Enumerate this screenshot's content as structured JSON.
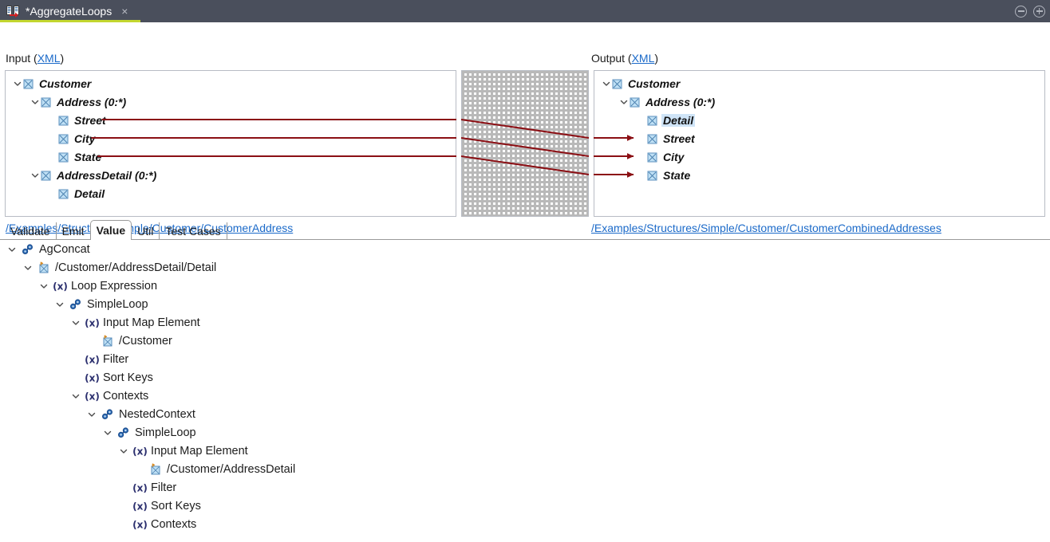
{
  "titlebar": {
    "tab_title": "*AggregateLoops",
    "tab_icon": "mapping-document-icon",
    "close_glyph": "×",
    "minimize_label": "minimize-button",
    "maximize_label": "maximize-button",
    "accent_color": "#c3d62f",
    "background_color": "#4a4f5c"
  },
  "mapping": {
    "input": {
      "label_prefix": "Input (",
      "label_link": "XML",
      "label_suffix": ")",
      "path": "/Examples/Structures/Simple/Customer/CustomerAddress",
      "nodes": [
        {
          "label": "Customer",
          "depth": 0,
          "expandable": true,
          "expanded": true,
          "selected": false
        },
        {
          "label": "Address (0:*)",
          "depth": 1,
          "expandable": true,
          "expanded": true,
          "selected": false
        },
        {
          "label": "Street",
          "depth": 2,
          "expandable": false,
          "expanded": false,
          "selected": false
        },
        {
          "label": "City",
          "depth": 2,
          "expandable": false,
          "expanded": false,
          "selected": false
        },
        {
          "label": "State",
          "depth": 2,
          "expandable": false,
          "expanded": false,
          "selected": false
        },
        {
          "label": "AddressDetail (0:*)",
          "depth": 1,
          "expandable": true,
          "expanded": true,
          "selected": false
        },
        {
          "label": "Detail",
          "depth": 2,
          "expandable": false,
          "expanded": false,
          "selected": false
        }
      ]
    },
    "output": {
      "label_prefix": "Output (",
      "label_link": "XML",
      "label_suffix": ")",
      "path": "/Examples/Structures/Simple/Customer/CustomerCombinedAddresses",
      "nodes": [
        {
          "label": "Customer",
          "depth": 0,
          "expandable": true,
          "expanded": true,
          "selected": false
        },
        {
          "label": "Address (0:*)",
          "depth": 1,
          "expandable": true,
          "expanded": true,
          "selected": false
        },
        {
          "label": "Detail",
          "depth": 2,
          "expandable": false,
          "expanded": false,
          "selected": true
        },
        {
          "label": "Street",
          "depth": 2,
          "expandable": false,
          "expanded": false,
          "selected": false
        },
        {
          "label": "City",
          "depth": 2,
          "expandable": false,
          "expanded": false,
          "selected": false
        },
        {
          "label": "State",
          "depth": 2,
          "expandable": false,
          "expanded": false,
          "selected": false
        }
      ]
    },
    "link_color": "#8b0f14",
    "links": [
      {
        "from": "Street",
        "to": "Street"
      },
      {
        "from": "City",
        "to": "City"
      },
      {
        "from": "State",
        "to": "State"
      }
    ]
  },
  "tabs": {
    "items": [
      {
        "label": "Validate",
        "active": false
      },
      {
        "label": "Emit",
        "active": false
      },
      {
        "label": "Value",
        "active": true
      },
      {
        "label": "Util",
        "active": false
      },
      {
        "label": "Test Cases",
        "active": false
      }
    ]
  },
  "expression_tree": {
    "rows": [
      {
        "label": "AgConcat",
        "depth": 0,
        "icon": "chain-link-icon",
        "expandable": true,
        "expanded": true
      },
      {
        "label": "/Customer/AddressDetail/Detail",
        "depth": 1,
        "icon": "map-node-icon",
        "expandable": true,
        "expanded": true
      },
      {
        "label": "Loop Expression",
        "depth": 2,
        "icon": "expression-x-icon",
        "expandable": true,
        "expanded": true
      },
      {
        "label": "SimpleLoop",
        "depth": 3,
        "icon": "chain-link-icon",
        "expandable": true,
        "expanded": true
      },
      {
        "label": "Input Map Element",
        "depth": 4,
        "icon": "expression-x-icon",
        "expandable": true,
        "expanded": true
      },
      {
        "label": "/Customer",
        "depth": 5,
        "icon": "map-node-icon",
        "expandable": false,
        "expanded": false
      },
      {
        "label": "Filter",
        "depth": 4,
        "icon": "expression-x-icon",
        "expandable": false,
        "expanded": false
      },
      {
        "label": "Sort Keys",
        "depth": 4,
        "icon": "expression-x-icon",
        "expandable": false,
        "expanded": false
      },
      {
        "label": "Contexts",
        "depth": 4,
        "icon": "expression-x-icon",
        "expandable": true,
        "expanded": true
      },
      {
        "label": "NestedContext",
        "depth": 5,
        "icon": "chain-link-icon",
        "expandable": true,
        "expanded": true
      },
      {
        "label": "SimpleLoop",
        "depth": 6,
        "icon": "chain-link-icon",
        "expandable": true,
        "expanded": true
      },
      {
        "label": "Input Map Element",
        "depth": 7,
        "icon": "expression-x-icon",
        "expandable": true,
        "expanded": true
      },
      {
        "label": "/Customer/AddressDetail",
        "depth": 8,
        "icon": "map-node-icon",
        "expandable": false,
        "expanded": false
      },
      {
        "label": "Filter",
        "depth": 7,
        "icon": "expression-x-icon",
        "expandable": false,
        "expanded": false
      },
      {
        "label": "Sort Keys",
        "depth": 7,
        "icon": "expression-x-icon",
        "expandable": false,
        "expanded": false
      },
      {
        "label": "Contexts",
        "depth": 7,
        "icon": "expression-x-icon",
        "expandable": false,
        "expanded": false
      }
    ]
  }
}
